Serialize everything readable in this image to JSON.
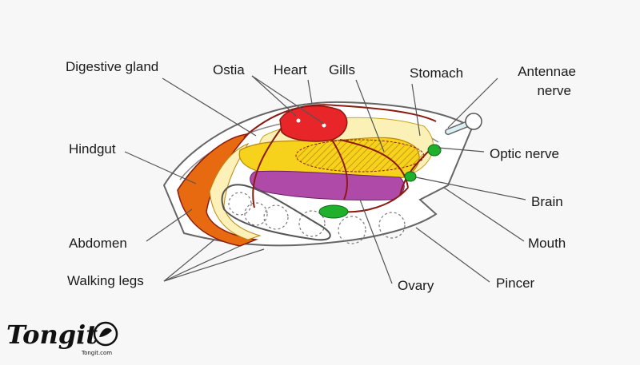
{
  "labels": {
    "digestive_gland": "Digestive gland",
    "ostia": "Ostia",
    "heart": "Heart",
    "gills": "Gills",
    "stomach": "Stomach",
    "antennae_nerve": [
      "Antennae",
      "nerve"
    ],
    "hindgut": "Hindgut",
    "optic_nerve": "Optic nerve",
    "brain": "Brain",
    "mouth": "Mouth",
    "abdomen": "Abdomen",
    "walking_legs": "Walking legs",
    "ovary": "Ovary",
    "pincer": "Pincer"
  },
  "logo": {
    "name": "Tongit",
    "sub": "Tongit.com"
  },
  "colors": {
    "heart": "#e8262a",
    "digestive": "#f7d21c",
    "hindgut": "#e86a10",
    "ovary": "#b04aa8",
    "nerve": "#1fb02c",
    "vessels": "#8b1a10",
    "gills_fill": "#fbf0b6",
    "outline": "#555555",
    "background": "#f7f7f7"
  },
  "icons": [
    "antenna-bulb",
    "logo-mark"
  ]
}
